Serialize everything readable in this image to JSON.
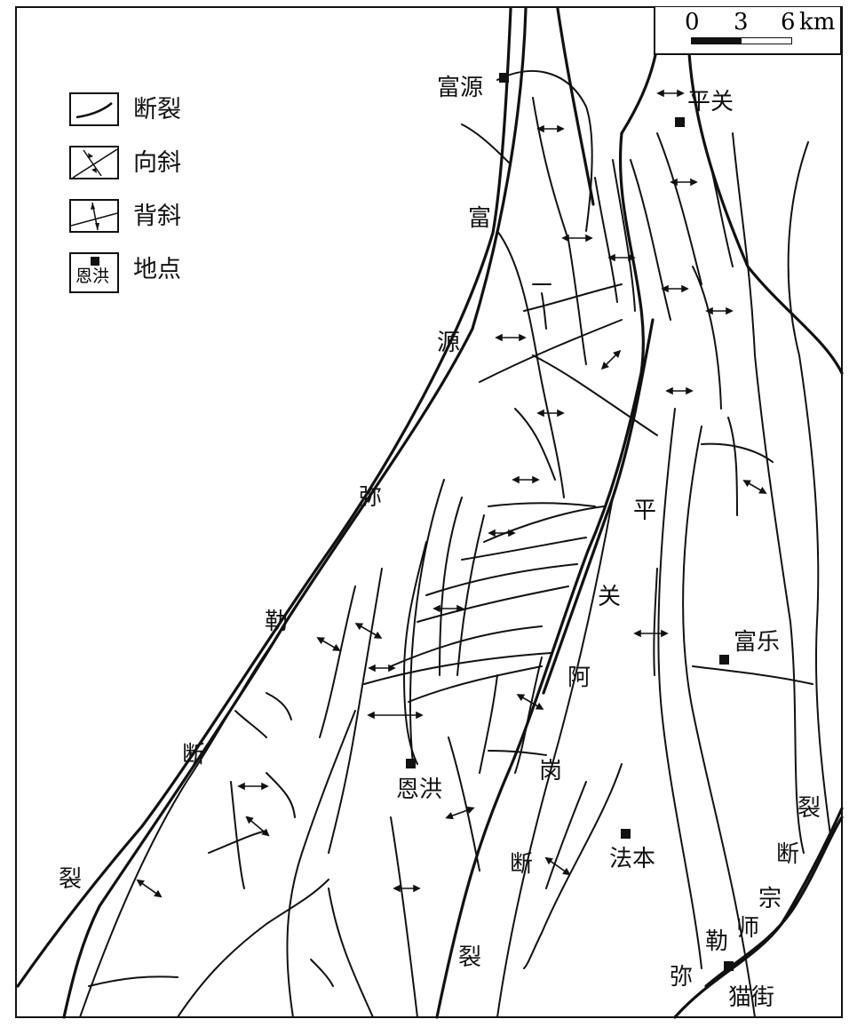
{
  "legend": {
    "items": [
      {
        "icon": "fault-line-icon",
        "label": "断裂"
      },
      {
        "icon": "syncline-icon",
        "label": "向斜"
      },
      {
        "icon": "anticline-icon",
        "label": "背斜"
      },
      {
        "icon": "location-marker-icon",
        "label": "地点",
        "sample": "恩洪"
      }
    ]
  },
  "scale_bar": {
    "ticks": [
      "0",
      "3",
      "6"
    ],
    "unit": "km"
  },
  "towns": [
    "富源",
    "平关",
    "富乐",
    "恩洪",
    "法本",
    "猫街"
  ],
  "fault_names": {
    "fuyuan_mile": [
      "富",
      "源",
      "弥",
      "勒",
      "断",
      "裂"
    ],
    "pingguan_agang": [
      "平",
      "关",
      "阿",
      "岗",
      "断",
      "裂"
    ],
    "mile_shizong": [
      "裂",
      "断",
      "宗",
      "师",
      "勒",
      "弥"
    ]
  }
}
